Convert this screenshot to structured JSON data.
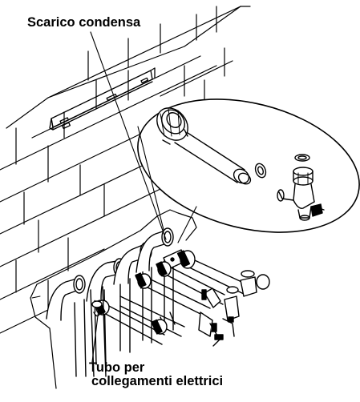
{
  "labels": {
    "condensate_drain": "Scarico condensa",
    "electrical_tube_line1": "Tubo per",
    "electrical_tube_line2": "collegamenti elettrici"
  }
}
